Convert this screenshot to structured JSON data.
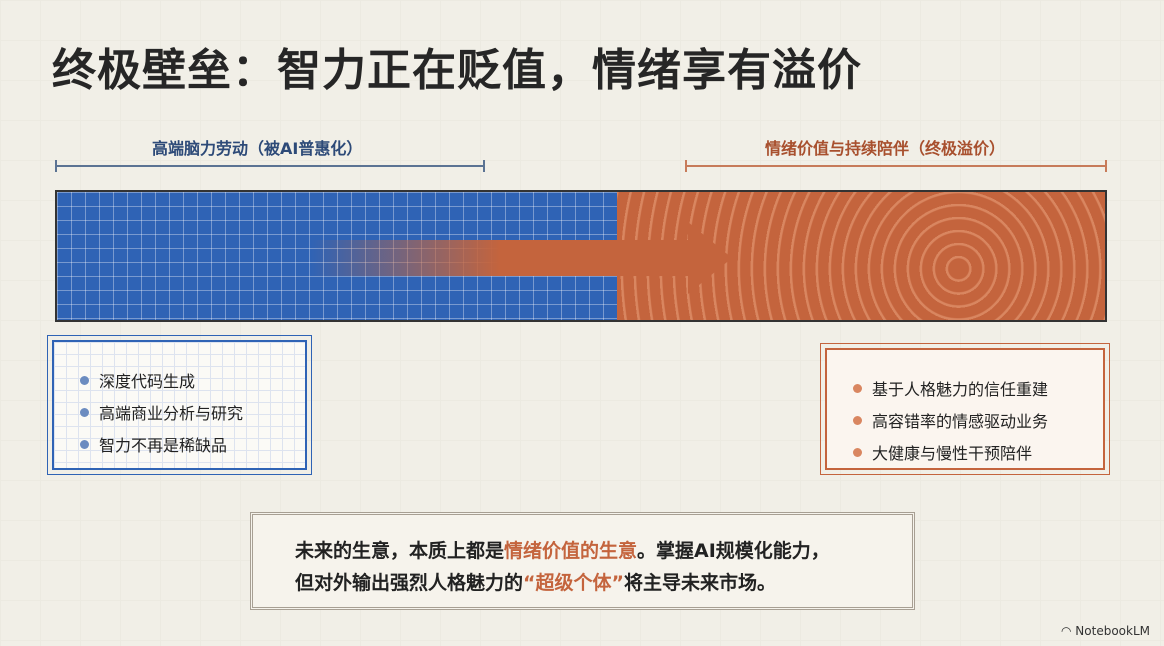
{
  "title": "终极壁垒：智力正在贬值，情绪享有溢价",
  "left": {
    "label": "高端脑力劳动（被AI普惠化）",
    "items": [
      "深度代码生成",
      "高端商业分析与研究",
      "智力不再是稀缺品"
    ]
  },
  "right": {
    "label": "情绪价值与持续陪伴（终极溢价）",
    "items": [
      "基于人格魅力的信任重建",
      "高容错率的情感驱动业务",
      "大健康与慢性干预陪伴"
    ]
  },
  "quote": {
    "p1": "未来的生意，本质上都是",
    "h1": "情绪价值的生意",
    "p2": "。掌握AI规模化能力，",
    "p3": "但对外输出强烈人格魅力的",
    "h2": "“超级个体”",
    "p4": "将主导未来市场。"
  },
  "brand": "NotebookLM",
  "colors": {
    "blue": "#2f63b5",
    "orange": "#c4643d"
  }
}
